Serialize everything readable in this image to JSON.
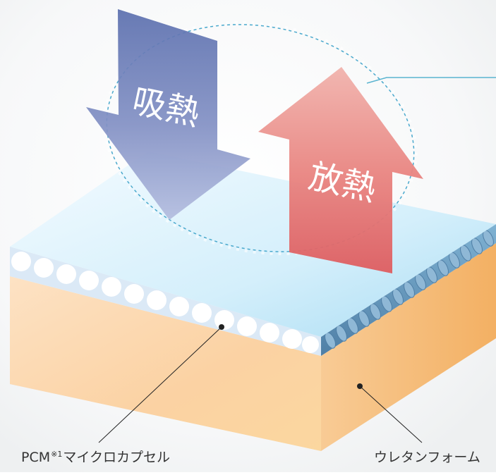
{
  "arrows": {
    "absorb": {
      "label": "吸熱",
      "color": "#6f7fb8"
    },
    "release": {
      "label": "放熱",
      "color": "#e36a6a"
    }
  },
  "labels": {
    "pcm": {
      "main": "PCM",
      "note": "※1",
      "rest": "マイクロカプセル"
    },
    "urethane": "ウレタンフォーム"
  },
  "colors": {
    "top_surface": "#bfe6f6",
    "foam_front": "#f9c98f",
    "foam_right": "#f5b56d",
    "layer_edge": "#5e8fb3",
    "callout": "#5ab4d0"
  }
}
